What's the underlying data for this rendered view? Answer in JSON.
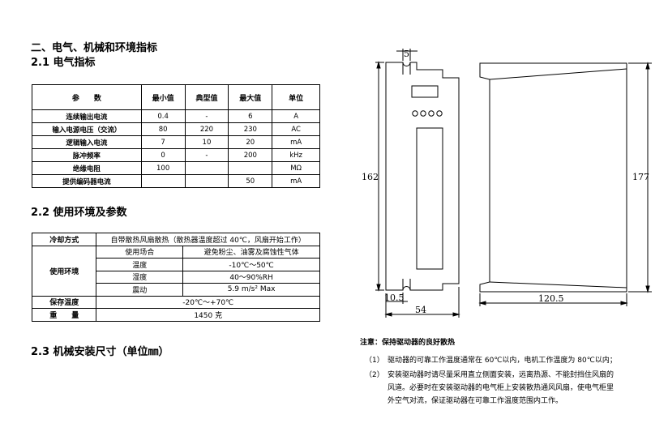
{
  "section2": {
    "title": "二、电气、机械和环境指标"
  },
  "section21": {
    "title": "2.1 电气指标"
  },
  "spec_table": {
    "headers": [
      "参　　数",
      "最小值",
      "典型值",
      "最大值",
      "单位"
    ],
    "rows": [
      [
        "连续输出电流",
        "0.4",
        "-",
        "6",
        "A"
      ],
      [
        "输入电源电压（交流）",
        "80",
        "220",
        "230",
        "AC"
      ],
      [
        "逻辑输入电流",
        "7",
        "10",
        "20",
        "mA"
      ],
      [
        "脉冲频率",
        "0",
        "-",
        "200",
        "kHz"
      ],
      [
        "绝缘电阻",
        "100",
        "",
        "",
        "MΩ"
      ],
      [
        "提供编码器电流",
        "",
        "",
        "50",
        "mA"
      ]
    ]
  },
  "section22": {
    "title": "2.2 使用环境及参数"
  },
  "env_table": {
    "cooling_label": "冷却方式",
    "cooling_value": "自带散热风扇散热（散热器温度超过 40℃，风扇开始工作）",
    "env_label": "使用环境",
    "env_rows": [
      {
        "name": "使用场合",
        "value": "避免粉尘、油雾及腐蚀性气体"
      },
      {
        "name": "温度",
        "value": "-10℃～50℃"
      },
      {
        "name": "湿度",
        "value": "40～90%RH"
      },
      {
        "name": "震动",
        "value": "5.9 m/s² Max"
      }
    ],
    "storage_label": "保存温度",
    "storage_value": "-20℃～+70℃",
    "weight_label": "重　　量",
    "weight_value": "1450 克"
  },
  "section23": {
    "title": "2.3 机械安装尺寸（单位㎜）"
  },
  "drawing": {
    "dim_top": "5",
    "dim_left_height": "162",
    "dim_right_height": "177",
    "dim_bottom_small": "10.5",
    "dim_front_width": "54",
    "dim_side_width": "120.5"
  },
  "note": {
    "title": "注意：保持驱动器的良好散热",
    "items": [
      {
        "num": "（1）",
        "lines": [
          "驱动器的可靠工作温度通常在 60℃以内，电机工作温度为 80℃以内；"
        ]
      },
      {
        "num": "（2）",
        "lines": [
          "安装驱动器时请尽量采用直立侧面安装，远离热源、不能封挡住风扇的",
          "风道。必要时在安装驱动器的电气柜上安装散热通风风扇，使电气柜里",
          "外空气对流，保证驱动器在可靠工作温度范围内工作。"
        ]
      }
    ]
  }
}
